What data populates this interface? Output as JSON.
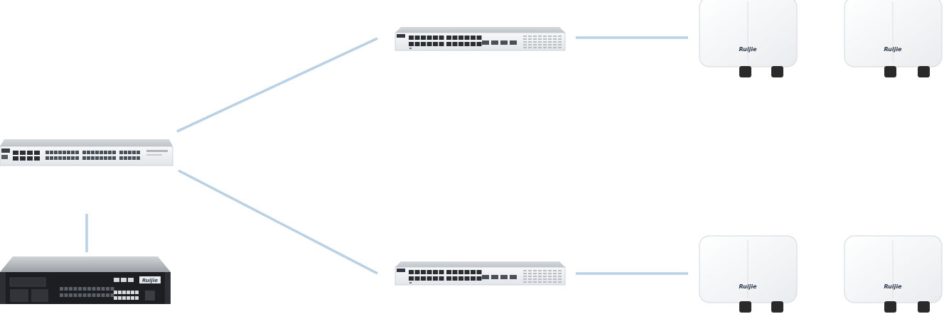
{
  "diagram": {
    "brand_label": "Ruijie",
    "colors": {
      "link": "#b8d1e4",
      "switch_body": "#e2e5e8",
      "switch_front": "#f4f5f6",
      "port": "#2a2e33",
      "ap_body": "#f4f5f6",
      "ap_outline": "#d9dde1",
      "connector": "#2a2a2a",
      "chassis": "#1a1c1f"
    },
    "devices": [
      {
        "id": "core-switch",
        "kind": "switch"
      },
      {
        "id": "gateway",
        "kind": "chassis"
      },
      {
        "id": "access-switch-top",
        "kind": "switch"
      },
      {
        "id": "access-switch-bottom",
        "kind": "switch"
      },
      {
        "id": "ap-top-1",
        "kind": "access-point"
      },
      {
        "id": "ap-top-2",
        "kind": "access-point"
      },
      {
        "id": "ap-bottom-1",
        "kind": "access-point"
      },
      {
        "id": "ap-bottom-2",
        "kind": "access-point"
      }
    ],
    "links": [
      {
        "from": "core-switch",
        "to": "access-switch-top"
      },
      {
        "from": "core-switch",
        "to": "access-switch-bottom"
      },
      {
        "from": "core-switch",
        "to": "gateway"
      },
      {
        "from": "access-switch-top",
        "to": "ap-top-1"
      },
      {
        "from": "access-switch-bottom",
        "to": "ap-bottom-1"
      }
    ]
  }
}
